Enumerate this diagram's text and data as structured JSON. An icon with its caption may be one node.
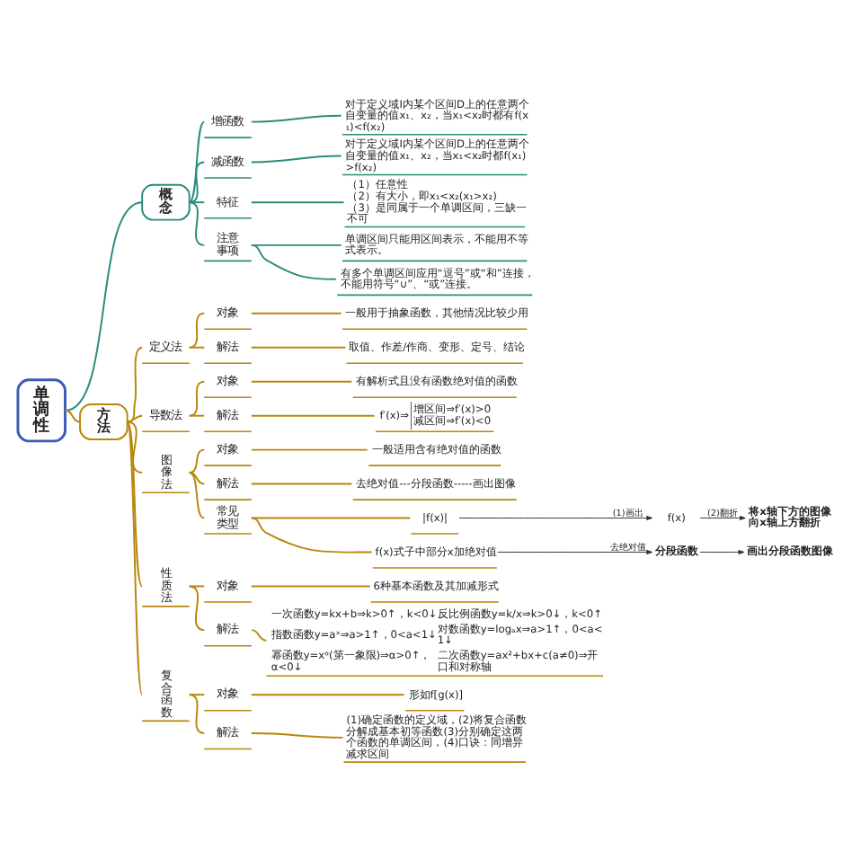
{
  "diagram": {
    "nodes": [
      {
        "text": [
          "单调性"
        ]
      },
      {
        "text": [
          "概念"
        ]
      },
      {
        "text": [
          "增函数"
        ]
      },
      {
        "text": [
          "对于定义域I内某个区间D上的任意两个自变量的值x₁、x₂，当x₁<x₂时都有f(x₁)<f(x₂)"
        ]
      },
      {
        "text": [
          "减函数"
        ]
      },
      {
        "text": [
          "对于定义域I内某个区间D上的任意两个自变量的值x₁、x₂，当x₁<x₂时都f(x₁)>f(x₂)"
        ]
      },
      {
        "text": [
          "特征"
        ]
      },
      {
        "text": [
          "（1）任意性",
          "（2）有大小，即x₁<x₂(x₁>x₂)",
          "（3）是同属于一个单调区间，三缺一不可"
        ]
      },
      {
        "text": [
          "注意事项"
        ]
      },
      {
        "text": [
          "单调区间只能用区间表示，不能用不等式表示。"
        ]
      },
      {
        "text": [
          "有多个单调区间应用“逗号”或“和”连接，不能用符号“∪”、“或”连接。"
        ]
      },
      {
        "text": [
          "方法"
        ]
      },
      {
        "text": [
          "定义法"
        ]
      },
      {
        "text": [
          "对象"
        ]
      },
      {
        "text": [
          "一般用于抽象函数，其他情况比较少用"
        ]
      },
      {
        "text": [
          "解法"
        ]
      },
      {
        "text": [
          "取值、作差/作商、变形、定号、结论"
        ]
      },
      {
        "text": [
          "导数法"
        ]
      },
      {
        "text": [
          "对象"
        ]
      },
      {
        "text": [
          "有解析式且没有函数绝对值的函数"
        ]
      },
      {
        "text": [
          "解法"
        ]
      },
      {
        "text": [
          "f′(x)⇒",
          "增区间⇒f′(x)>0",
          "减区间⇒f′(x)<0"
        ]
      },
      {
        "text": [
          "图像法"
        ]
      },
      {
        "text": [
          "对象"
        ]
      },
      {
        "text": [
          "一般适用含有绝对值的函数"
        ]
      },
      {
        "text": [
          "解法"
        ]
      },
      {
        "text": [
          "去绝对值---分段函数-----画出图像"
        ]
      },
      {
        "text": [
          "常见类型"
        ]
      },
      {
        "text": [
          "|f(x)|"
        ]
      },
      {
        "text": [
          "f(x)"
        ]
      },
      {
        "text": [
          "将x轴下方的图像向x轴上方翻折"
        ]
      },
      {
        "text": [
          "f(x)式子中部分x加绝对值"
        ]
      },
      {
        "text": [
          "分段函数"
        ]
      },
      {
        "text": [
          "画出分段函数图像"
        ]
      },
      {
        "text": [
          "性质法"
        ]
      },
      {
        "text": [
          "对象"
        ]
      },
      {
        "text": [
          "6种基本函数及其加减形式"
        ]
      },
      {
        "text": [
          "解法"
        ]
      },
      {
        "text": [
          "一次函数y=kx+b⇒k>0↑，k<0↓",
          "反比例函数y=k/x⇒k>0↓，k<0↑",
          "指数函数y=aˣ⇒a>1↑，0<a<1↓",
          "对数函数y=logₐx⇒a>1↑，0<a<1↓",
          "幂函数y=xᵅ(第一象限)⇒α>0↑，α<0↓",
          "二次函数y=ax²+bx+c(a≠0)⇒开口和对称轴"
        ]
      },
      {
        "text": [
          "复合函数"
        ]
      },
      {
        "text": [
          "对象"
        ]
      },
      {
        "text": [
          "形如f[g(x)]"
        ]
      },
      {
        "text": [
          "解法"
        ]
      },
      {
        "text": [
          "(1)确定函数的定义域，(2)将复合函数分解成基本初等函数(3)分别确定这两个函数的单调区间，(4)口诀：同增异减求区间"
        ]
      }
    ],
    "edges": [
      {
        "from": 0,
        "to": 1,
        "arrow": "none",
        "color": "#2a8c7e"
      },
      {
        "from": 1,
        "to": 2,
        "arrow": "none",
        "color": "#2a8c7e"
      },
      {
        "from": 2,
        "to": 3,
        "arrow": "none",
        "color": "#2a8c7e"
      },
      {
        "from": 1,
        "to": 4,
        "arrow": "none",
        "color": "#2a8c7e"
      },
      {
        "from": 4,
        "to": 5,
        "arrow": "none",
        "color": "#2a8c7e"
      },
      {
        "from": 1,
        "to": 6,
        "arrow": "none",
        "color": "#2a8c7e"
      },
      {
        "from": 6,
        "to": 7,
        "arrow": "none",
        "color": "#2a8c7e"
      },
      {
        "from": 1,
        "to": 8,
        "arrow": "none",
        "color": "#2a8c7e"
      },
      {
        "from": 8,
        "to": 9,
        "arrow": "none",
        "color": "#2a8c7e"
      },
      {
        "from": 8,
        "to": 10,
        "arrow": "none",
        "color": "#2a8c7e"
      },
      {
        "from": 0,
        "to": 11,
        "arrow": "none"
      },
      {
        "from": 11,
        "to": 12,
        "arrow": "none"
      },
      {
        "from": 12,
        "to": 13,
        "arrow": "none"
      },
      {
        "from": 13,
        "to": 14,
        "arrow": "none"
      },
      {
        "from": 12,
        "to": 15,
        "arrow": "none"
      },
      {
        "from": 15,
        "to": 16,
        "arrow": "none"
      },
      {
        "from": 11,
        "to": 17,
        "arrow": "none"
      },
      {
        "from": 17,
        "to": 18,
        "arrow": "none"
      },
      {
        "from": 18,
        "to": 19,
        "arrow": "none"
      },
      {
        "from": 17,
        "to": 20,
        "arrow": "none"
      },
      {
        "from": 20,
        "to": 21,
        "arrow": "none"
      },
      {
        "from": 11,
        "to": 22,
        "arrow": "none"
      },
      {
        "from": 22,
        "to": 23,
        "arrow": "none"
      },
      {
        "from": 23,
        "to": 24,
        "arrow": "none"
      },
      {
        "from": 22,
        "to": 25,
        "arrow": "none"
      },
      {
        "from": 25,
        "to": 26,
        "arrow": "none"
      },
      {
        "from": 22,
        "to": 27,
        "arrow": "none"
      },
      {
        "from": 27,
        "to": 28,
        "arrow": "none"
      },
      {
        "from": 28,
        "to": 29,
        "arrow": "to",
        "label": "(1)画出",
        "color": "#333333"
      },
      {
        "from": 29,
        "to": 30,
        "arrow": "to",
        "label": "(2)翻折",
        "color": "#333333"
      },
      {
        "from": 27,
        "to": 31,
        "arrow": "none"
      },
      {
        "from": 31,
        "to": 32,
        "arrow": "to",
        "label": "去绝对值",
        "color": "#333333"
      },
      {
        "from": 32,
        "to": 33,
        "arrow": "to",
        "color": "#333333"
      },
      {
        "from": 11,
        "to": 34,
        "arrow": "none"
      },
      {
        "from": 34,
        "to": 35,
        "arrow": "none"
      },
      {
        "from": 35,
        "to": 36,
        "arrow": "none"
      },
      {
        "from": 34,
        "to": 37,
        "arrow": "none"
      },
      {
        "from": 37,
        "to": 38,
        "arrow": "none"
      },
      {
        "from": 11,
        "to": 39,
        "arrow": "none"
      },
      {
        "from": 39,
        "to": 40,
        "arrow": "none"
      },
      {
        "from": 40,
        "to": 41,
        "arrow": "none"
      },
      {
        "from": 39,
        "to": 42,
        "arrow": "none"
      },
      {
        "from": 42,
        "to": 43,
        "arrow": "none"
      }
    ]
  }
}
